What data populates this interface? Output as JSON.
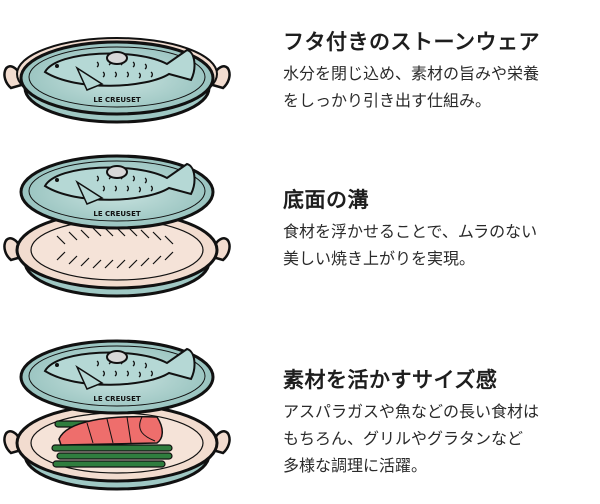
{
  "brand_logo_text": "LE CREUSET",
  "colors": {
    "lid": "#a9cfcc",
    "handle": "#f2dccf",
    "salmon": "#ee6e6c",
    "asparagus": "#2f7d3e",
    "outline": "#111111"
  },
  "features": [
    {
      "title": "フタ付きのストーンウェア",
      "lines": [
        "水分を閉じ込め、素材の旨みや栄養",
        "をしっかり引き出す仕組み。"
      ]
    },
    {
      "title": "底面の溝",
      "lines": [
        "食材を浮かせることで、ムラのない",
        "美しい焼き上がりを実現。"
      ]
    },
    {
      "title": "素材を活かすサイズ感",
      "lines": [
        "アスパラガスや魚などの長い食材は",
        "もちろん、グリルやグラタンなど",
        "多様な調理に活躍。"
      ]
    }
  ]
}
